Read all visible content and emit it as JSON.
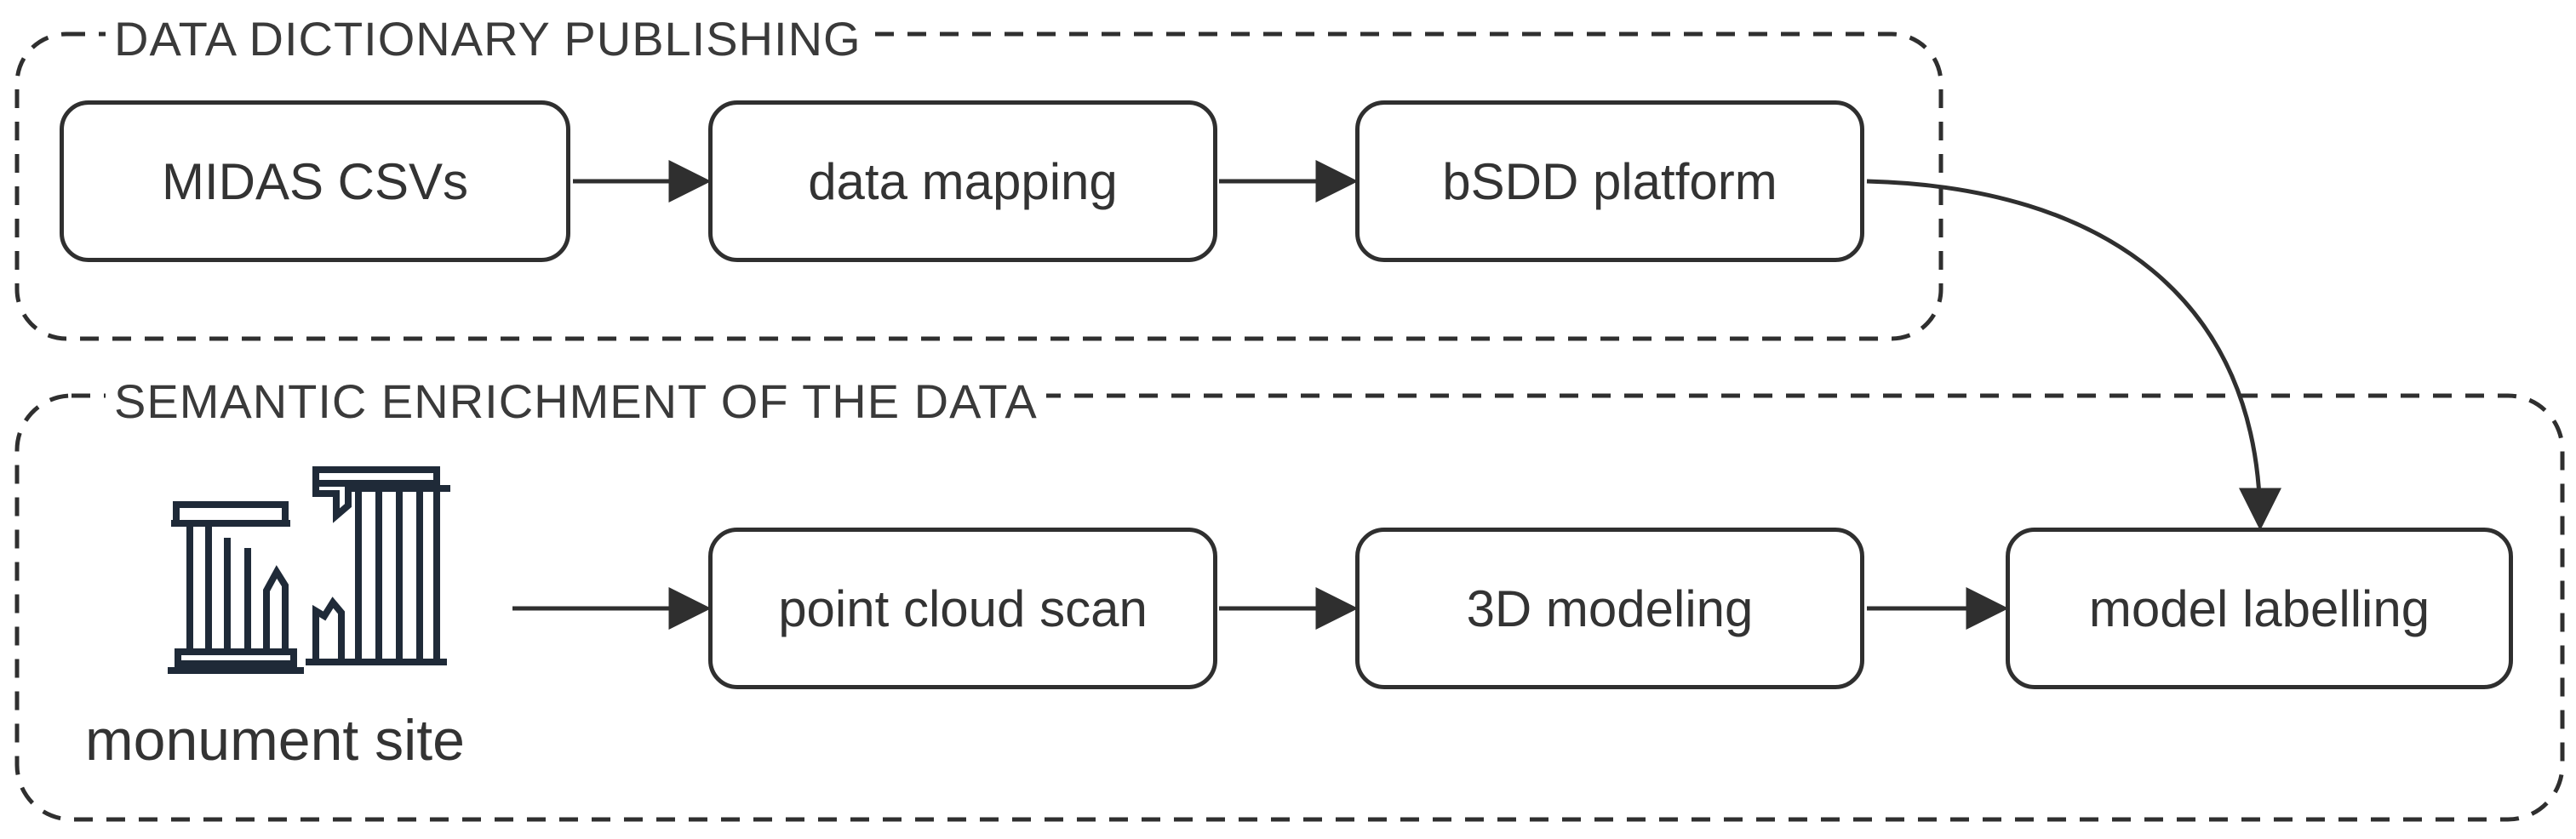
{
  "groups": {
    "publishing": {
      "title": "DATA DICTIONARY PUBLISHING"
    },
    "enrichment": {
      "title": "SEMANTIC ENRICHMENT OF THE DATA"
    }
  },
  "nodes": {
    "midas_csvs": "MIDAS CSVs",
    "data_mapping": "data mapping",
    "bsdd_platform": "bSDD platform",
    "point_cloud_scan": "point cloud scan",
    "modeling_3d": "3D modeling",
    "model_labelling": "model labelling"
  },
  "site": {
    "icon": "monument-ruins-icon",
    "caption": "monument site"
  },
  "colors": {
    "stroke": "#2f2f2f",
    "icon": "#1f2a38"
  }
}
